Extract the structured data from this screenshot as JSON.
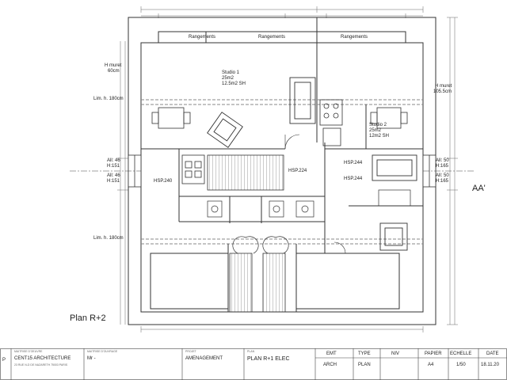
{
  "labels": {
    "rangements_left": "Rangements",
    "rangements_center": "Rangements",
    "rangements_right": "Rangements",
    "h_muret_left": "H muret",
    "h_muret_left_value": "60cm",
    "h_muret_right": "H muret",
    "h_muret_right_value": "105.5cm",
    "lim_top": "Lim. h. 180cm",
    "lim_bottom": "Lim. h. 180cm",
    "studio1_name": "Studio 1",
    "studio1_area": "25m2",
    "studio1_sh": "12.5m2 SH",
    "studio2_name": "Studio 2",
    "studio2_area": "25m2",
    "studio2_sh": "12m2 SH",
    "all_left_1": "All: 46",
    "all_left_1_h": "H:151",
    "all_left_2": "All: 46",
    "all_left_2_h": "H:151",
    "all_right_1": "All: 50",
    "all_right_1_h": "H:165",
    "all_right_2": "All: 50",
    "all_right_2_h": "H:165",
    "hsp_240": "HSP.240",
    "hsp_224": "HSP.224",
    "hsp_244_top": "HSP.244",
    "hsp_244_bottom": "HSP.244",
    "section_marker": "AA'",
    "plan_title": "Plan R+2"
  },
  "title_block": {
    "owner_label": "MAITRISE D'OEUVRE",
    "architect": "CENT15 ARCHITECTURE",
    "architect_address": "23 RUE N-D DE NAZARETH 75003 PARIS",
    "client_label": "MAITRISE D'OUVRAGE",
    "client": "Mr -",
    "project_label": "PROJET",
    "project": "AMENAGEMENT",
    "plan_label": "PLAN",
    "plan": "PLAN R+1 ELEC",
    "emt_label": "EMT",
    "emt": "ARCH",
    "type_label": "TYPE",
    "type": "PLAN",
    "niv_label": "NIV",
    "niv": "",
    "paper_label": "PAPIER",
    "paper": "A4",
    "scale_label": "ECHELLE",
    "scale": "1/50",
    "date_label": "DATE",
    "date": "18.11.20",
    "left_edge": "P"
  },
  "colors": {
    "line": "#333333",
    "hatch": "#8a8a8a",
    "dimension": "#555555"
  }
}
